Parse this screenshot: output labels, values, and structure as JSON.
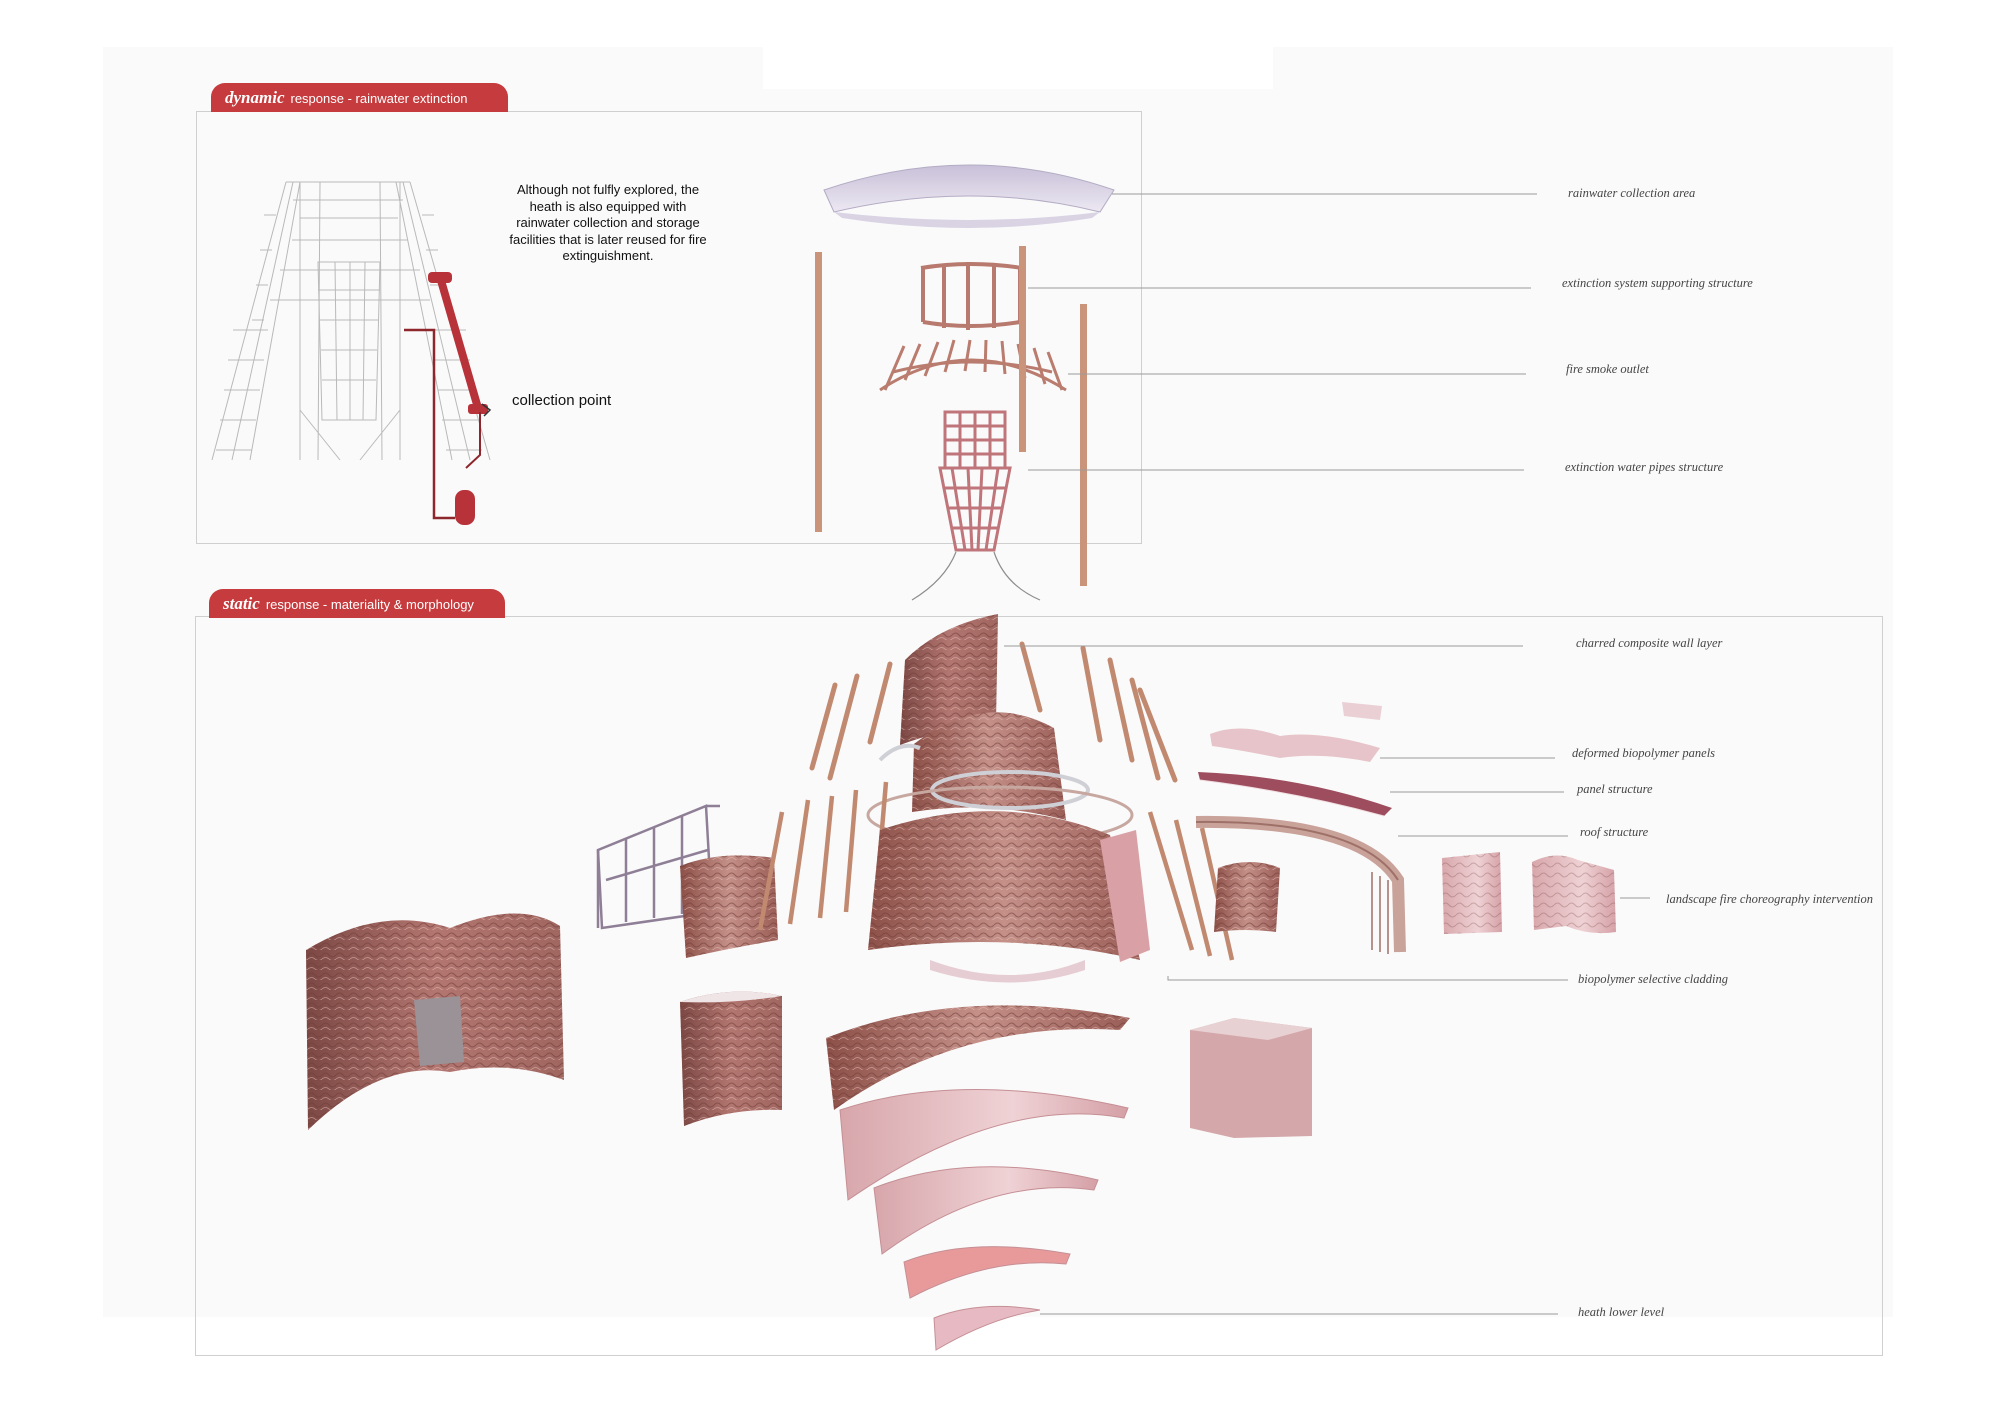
{
  "dynamic_panel": {
    "tab_keyword": "dynamic",
    "tab_title": "response - rainwater extinction",
    "note": "Although not fulfly explored, the heath is also equipped with rainwater collection and storage  facilities that is later reused for fire extinguishment.",
    "collection_label": "collection point"
  },
  "static_panel": {
    "tab_keyword": "static",
    "tab_title": "response - materiality & morphology"
  },
  "labels": {
    "rainwater_collection_area": "rainwater collection area",
    "extinction_supporting_structure": "extinction system supporting structure",
    "fire_smoke_outlet": "fire smoke outlet",
    "extinction_water_pipes": "extinction water pipes structure",
    "charred_wall": "charred composite wall layer",
    "deformed_panels": "deformed biopolymer panels",
    "panel_structure": "panel structure",
    "roof_structure": "roof structure",
    "landscape_intervention": "landscape fire choreography intervention",
    "biopolymer_cladding": "biopolymer selective cladding",
    "heath_lower_level": "heath lower level"
  },
  "colors": {
    "accent_red": "#c63b3d",
    "pipe_red": "#b8323a",
    "bark": "#a8685f",
    "wood": "#c99777",
    "pink_light": "#e9c3c8",
    "leader_gray": "#9a9a9a"
  }
}
